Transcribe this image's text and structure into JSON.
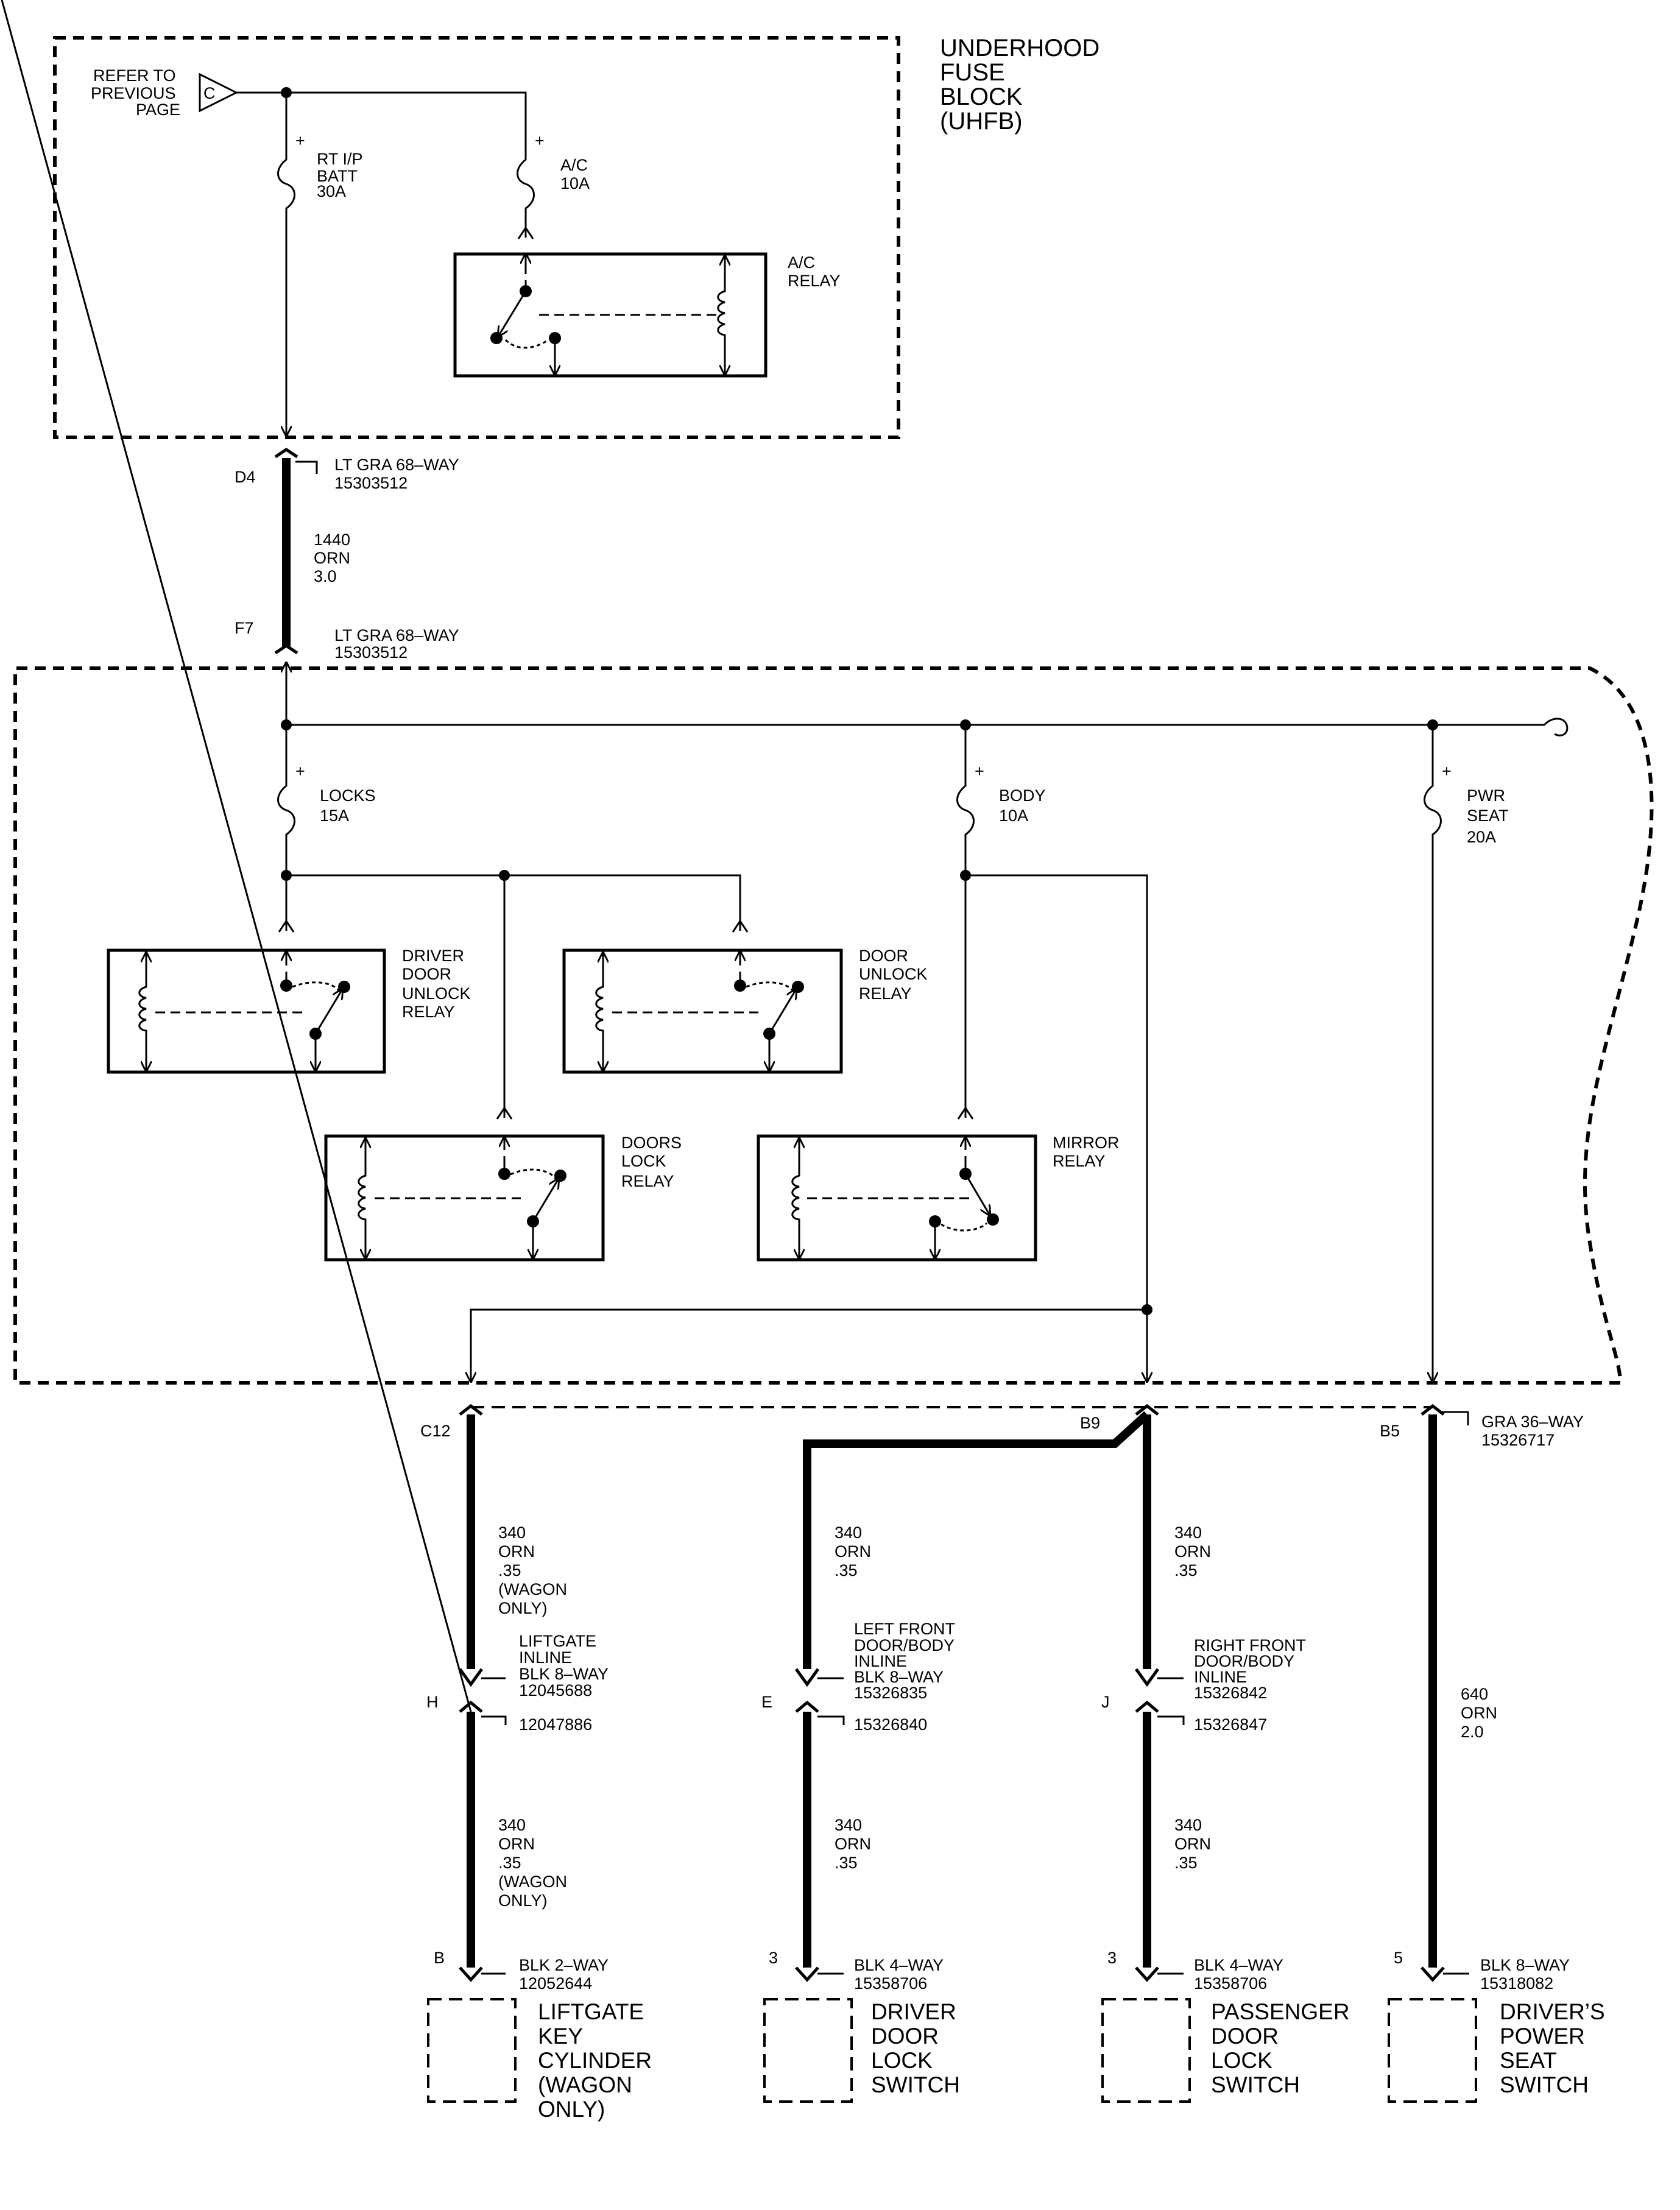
{
  "uhfb_title": [
    "UNDERHOOD",
    "FUSE",
    "BLOCK",
    "(UHFB)"
  ],
  "refer_note": [
    "REFER TO",
    "PREVIOUS",
    "PAGE"
  ],
  "refer_symbol": "C",
  "plus_sign": "+",
  "fuses": {
    "rt_ip_batt": [
      "RT I/P",
      "BATT",
      "30A"
    ],
    "ac": [
      "A/C",
      "10A"
    ],
    "locks": [
      "LOCKS",
      "15A"
    ],
    "body": [
      "BODY",
      "10A"
    ],
    "pwr_seat": [
      "PWR",
      "SEAT",
      "20A"
    ]
  },
  "relays": {
    "ac": [
      "A/C",
      "RELAY"
    ],
    "driver_door_unlock": [
      "DRIVER",
      "DOOR",
      "UNLOCK",
      "RELAY"
    ],
    "door_unlock": [
      "DOOR",
      "UNLOCK",
      "RELAY"
    ],
    "doors_lock": [
      "DOORS",
      "LOCK",
      "RELAY"
    ],
    "mirror": [
      "MIRROR",
      "RELAY"
    ]
  },
  "pins": {
    "d4": "D4",
    "f7": "F7",
    "c12": "C12",
    "b9": "B9",
    "b5": "B5",
    "h": "H",
    "e": "E",
    "j": "J",
    "b": "B",
    "p3a": "3",
    "p3b": "3",
    "p5": "5"
  },
  "connectors": {
    "lt_gra_top": [
      "LT GRA 68–WAY",
      "15303512"
    ],
    "lt_gra_bottom": [
      "LT GRA 68–WAY",
      "15303512"
    ],
    "gra_36": [
      "GRA 36–WAY",
      "15326717"
    ],
    "liftgate_inline": [
      "LIFTGATE",
      "INLINE",
      "BLK 8–WAY",
      "12045688"
    ],
    "liftgate_inline_mate": "12047886",
    "left_front_inline": [
      "LEFT FRONT",
      "DOOR/BODY",
      "INLINE",
      "BLK 8–WAY",
      "15326835"
    ],
    "left_front_mate": "15326840",
    "right_front_inline": [
      "RIGHT FRONT",
      "DOOR/BODY",
      "INLINE",
      "15326842"
    ],
    "right_front_mate": "15326847",
    "liftgate_comp": [
      "BLK 2–WAY",
      "12052644"
    ],
    "driver_switch_conn": [
      "BLK 4–WAY",
      "15358706"
    ],
    "pass_switch_conn": [
      "BLK 4–WAY",
      "15358706"
    ],
    "seat_switch_conn": [
      "BLK 8–WAY",
      "15318082"
    ]
  },
  "wires": {
    "w1440": [
      "1440",
      "ORN",
      "3.0"
    ],
    "w340_liftgate_upper": [
      "340",
      "ORN",
      ".35",
      "(WAGON",
      "ONLY)"
    ],
    "w340_liftgate_lower": [
      "340",
      "ORN",
      ".35",
      "(WAGON",
      "ONLY)"
    ],
    "w340_left_upper": [
      "340",
      "ORN",
      ".35"
    ],
    "w340_left_lower": [
      "340",
      "ORN",
      ".35"
    ],
    "w340_right_upper": [
      "340",
      "ORN",
      ".35"
    ],
    "w340_right_lower": [
      "340",
      "ORN",
      ".35"
    ],
    "w640": [
      "640",
      "ORN",
      "2.0"
    ]
  },
  "components": {
    "liftgate": [
      "LIFTGATE",
      "KEY",
      "CYLINDER",
      "(WAGON",
      "ONLY)"
    ],
    "driver_door": [
      "DRIVER",
      "DOOR",
      "LOCK",
      "SWITCH"
    ],
    "passenger_door": [
      "PASSENGER",
      "DOOR",
      "LOCK",
      "SWITCH"
    ],
    "seat": [
      "DRIVER’S",
      "POWER",
      "SEAT",
      "SWITCH"
    ]
  }
}
